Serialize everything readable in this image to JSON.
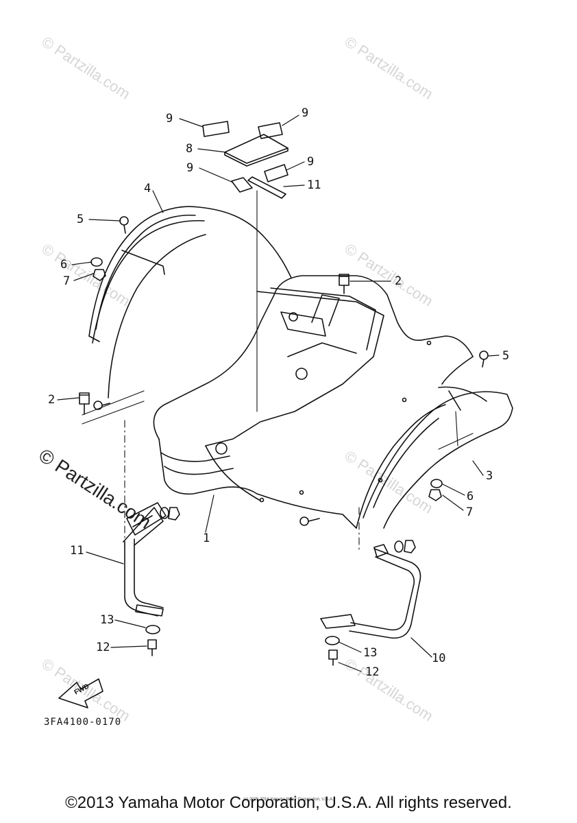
{
  "watermark": {
    "text": "© Partzilla.com"
  },
  "callouts": {
    "c1": "1",
    "c2a": "2",
    "c2b": "2",
    "c3": "3",
    "c4": "4",
    "c5a": "5",
    "c5b": "5",
    "c6a": "6",
    "c6b": "6",
    "c7a": "7",
    "c7b": "7",
    "c8": "8",
    "c9a": "9",
    "c9b": "9",
    "c9c": "9",
    "c9d": "9",
    "c10": "10",
    "c11a": "11",
    "c11b": "11",
    "c12a": "12",
    "c12b": "12",
    "c13a": "13",
    "c13b": "13"
  },
  "fwd_label": "FWD",
  "part_code": "3FA4100-0170",
  "footer": "©2013 Yamaha Motor Corporation, U.S.A. All rights reserved.",
  "small_copyright": "(c) 2005-2016 Yamaha Motor Corporation, U.S.A."
}
